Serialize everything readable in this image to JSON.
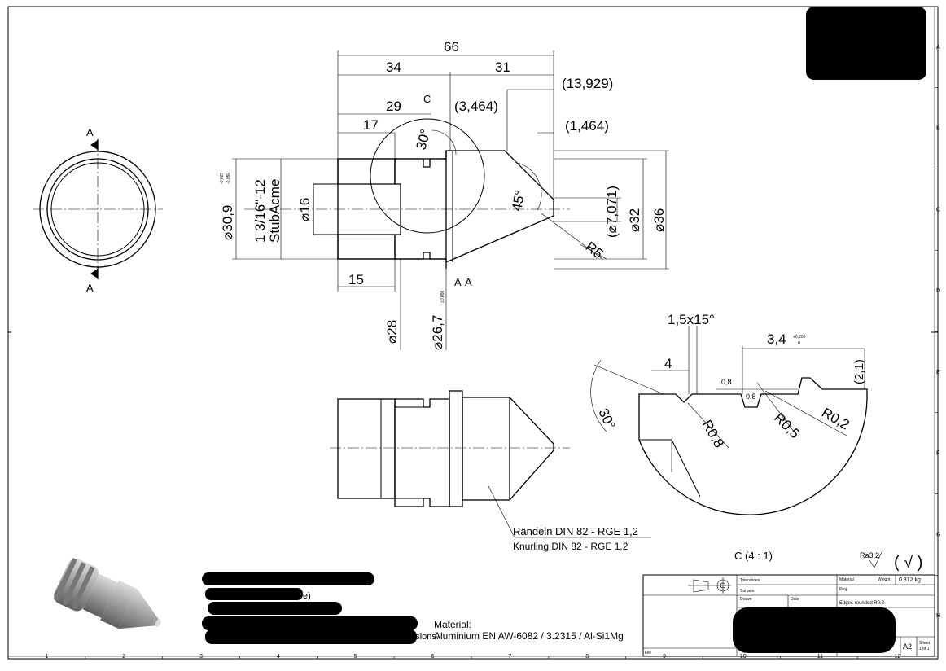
{
  "border_zones": {
    "columns": [
      "1",
      "2",
      "3",
      "4",
      "5",
      "6",
      "7",
      "8",
      "9",
      "10",
      "11",
      "12"
    ],
    "rows": [
      "A",
      "B",
      "C",
      "D",
      "E",
      "F",
      "G",
      "H"
    ]
  },
  "side_view": {
    "section_marks": [
      "A",
      "A"
    ]
  },
  "section_view": {
    "title": "A-A",
    "detail_ref": "C",
    "dimensions": {
      "overall_length": "66",
      "len_34": "34",
      "len_31": "31",
      "ref_13929": "(13,929)",
      "len_29": "29",
      "ref_3464": "(3,464)",
      "len_17": "17",
      "ref_1464": "(1,464)",
      "angle_30": "30°",
      "angle_45": "45°",
      "dia_309": "⌀30,9",
      "tol_309_upper": "-0,025",
      "tol_309_lower": "-0,050",
      "thread_line1": "1 3/16\"-12",
      "thread_line2": "StubAcme",
      "dia_16": "⌀16",
      "ref_7071": "(⌀7,071)",
      "dia_32": "⌀32",
      "dia_36": "⌀36",
      "radius_5": "R5",
      "len_15": "15",
      "dia_28": "⌀28",
      "dia_267": "⌀26,7",
      "tol_267": "±0,050"
    }
  },
  "detail_view": {
    "title": "C (4 : 1)",
    "dimensions": {
      "chamfer": "1,5x15°",
      "len_4": "4",
      "groove": "3,4",
      "groove_tol_upper": "+0,200",
      "groove_tol_lower": "0",
      "ref_21": "(2,1)",
      "depth_08a": "0,8",
      "depth_08b": "0,8",
      "angle_30": "30°",
      "radius_08": "R0,8",
      "radius_05": "R0,5",
      "radius_02": "R0,2"
    }
  },
  "knurl_note": {
    "line1": "Rändeln DIN 82 - RGE 1,2",
    "line2": "Knurling DIN 82 - RGE 1,2"
  },
  "surface_finish": {
    "roughness": "Ra3,2",
    "general_symbol": "( √ )"
  },
  "notes": {
    "partial_text": "e)",
    "partial_text2": "ensions.",
    "material_label": "Material:",
    "material_value": "Aluminium EN AW-6082 / 3.2315 / Al-Si1Mg"
  },
  "title_block": {
    "tolerances_label": "Tolerances",
    "surface_label": "Surface",
    "material_label": "Material",
    "weight_label": "Weight",
    "weight_value": "0.312 kg",
    "proj_label": "Proj.",
    "drawn_label": "Drawn",
    "date_label": "Date",
    "edges_note": "Edges rounded R0.2",
    "sheet_size": "A2",
    "sheet_label": "Sheet",
    "sheet_value": "1 of 1",
    "file_label": "File"
  },
  "colors": {
    "line": "#000000",
    "background": "#ffffff",
    "render_body": "#a9a9a9"
  },
  "icons": {
    "projection": "first-angle-projection-icon",
    "roughness": "surface-roughness-symbol-icon"
  }
}
